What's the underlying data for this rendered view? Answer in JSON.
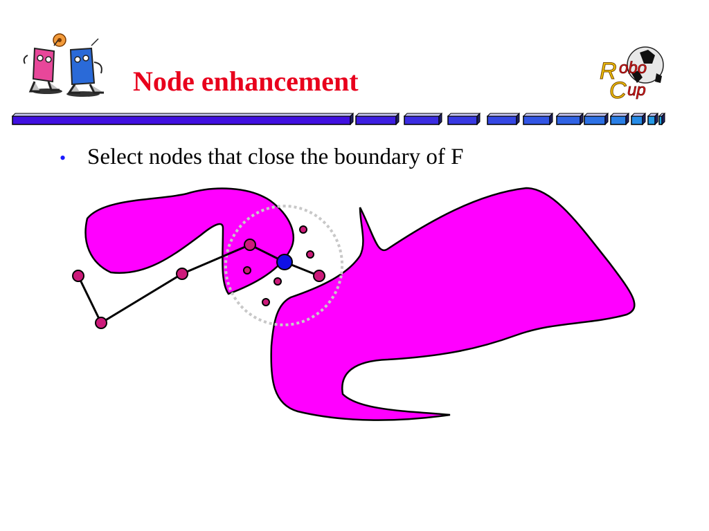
{
  "slide": {
    "title": "Node enhancement",
    "bullet_marker": "•",
    "bullet_text": "Select nodes that close the boundary of F"
  },
  "colors": {
    "title": "#e8001c",
    "bullet_marker": "#1a1aff",
    "region_fill": "#ff00ff",
    "node_fill": "#cc1a7a",
    "selected_node_fill": "#1010e6",
    "range_circle": "#c8c8c8",
    "bar_gradient_start": "#4010e0",
    "bar_gradient_end": "#22a8e8"
  },
  "icons": {
    "left_logo": "robocup-mascots-logo",
    "right_logo": "robocup-soccer-ball-logo"
  },
  "logo_text": {
    "right_logo": [
      "R",
      "obo",
      "C",
      "up"
    ]
  }
}
